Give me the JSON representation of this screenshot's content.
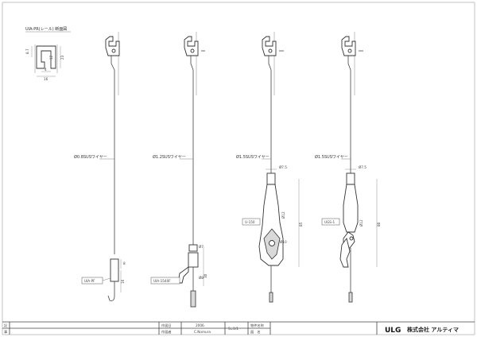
{
  "rail_section": {
    "label": "UIA-PR(レール) 断面図",
    "dims": [
      "8.7",
      "23",
      "12",
      "4",
      "16"
    ]
  },
  "assemblies": [
    {
      "id": "A1",
      "wire_label": "Ø0.8SUSワイヤー",
      "part_label": "UIA-PF",
      "dims": [
        "8",
        "16"
      ]
    },
    {
      "id": "A2",
      "wire_label": "Ø1.2SUSワイヤー",
      "part_label": "UIA-1540F",
      "dims": [
        "Ø7",
        "30",
        "Ø8"
      ]
    },
    {
      "id": "A3",
      "wire_label": "Ø1.5SUSワイヤー",
      "part_label": "U-150",
      "dims": [
        "Ø7.5",
        "85",
        "Ø12",
        "Ø10"
      ]
    },
    {
      "id": "A4",
      "wire_label": "Ø1.5SUSワイヤー",
      "part_label": "UGS-1",
      "dims": [
        "Ø7.5",
        "80",
        "Ø12"
      ]
    }
  ],
  "title_block": {
    "left_labels": [
      "記",
      "事"
    ],
    "row1_label": "作図日",
    "row1_value": "2006.",
    "row2_label": "作図者",
    "row2_value": "C.Nomura",
    "scale_label": "S=1/1",
    "name_label": "物件名称",
    "drawing_label": "図　名",
    "logo": "ULG",
    "company": "株式会社 アルティマ"
  }
}
